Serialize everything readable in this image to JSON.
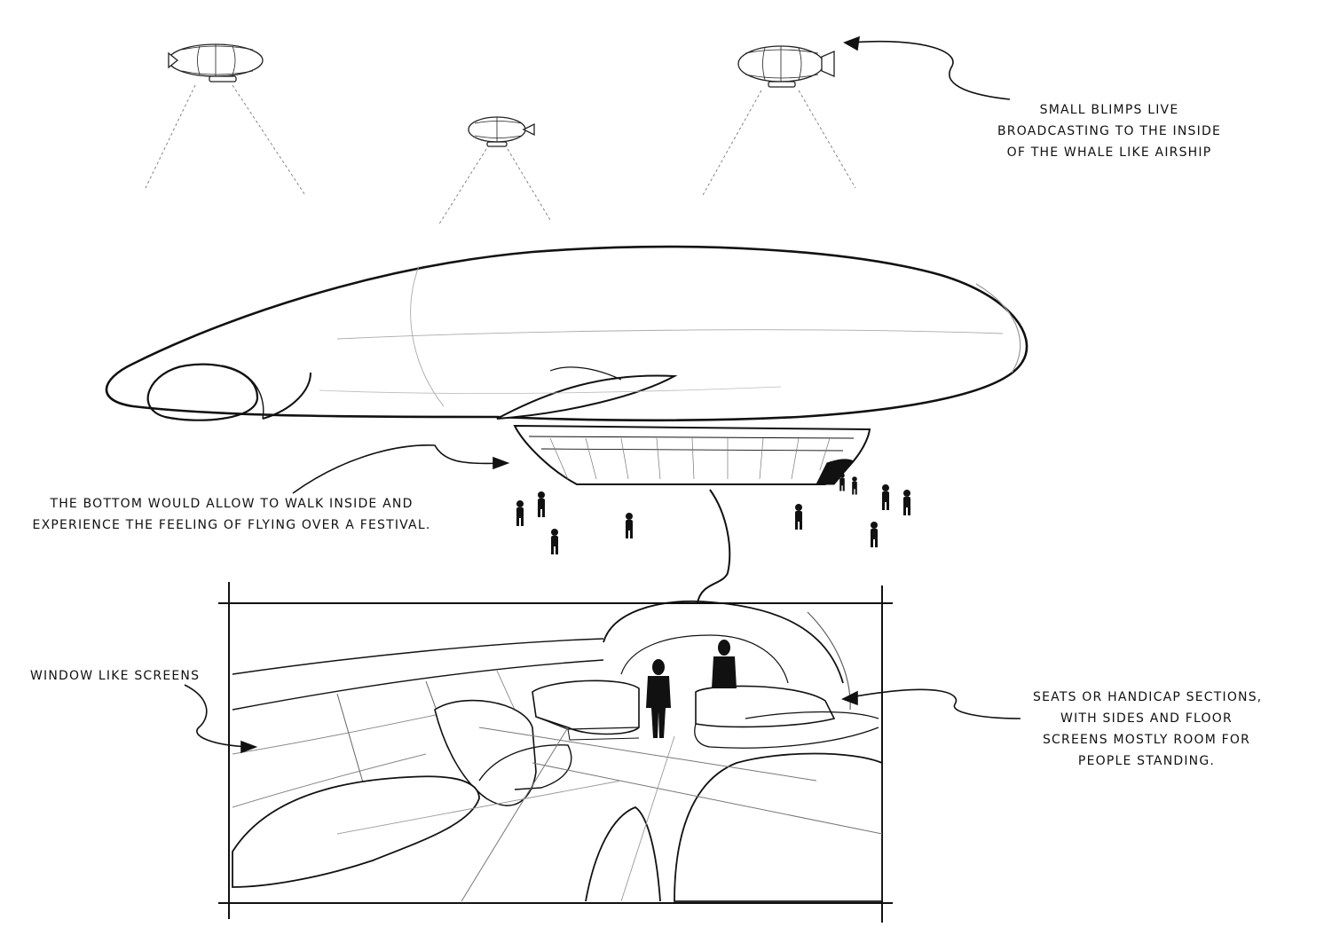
{
  "annotations": {
    "blimps": [
      "Small blimps live",
      "broadcasting to the inside",
      "of the whale like airship"
    ],
    "bottom": [
      "The bottom would allow to walk inside and",
      "experience the feeling of flying over a festival."
    ],
    "screens": [
      "Window like screens"
    ],
    "seats": [
      "Seats or handicap sections,",
      "with sides and floor",
      "screens  mostly room for",
      "people standing."
    ]
  },
  "colors": {
    "ink": "#111111",
    "pencil": "#9a9a9a",
    "paper": "#ffffff"
  }
}
